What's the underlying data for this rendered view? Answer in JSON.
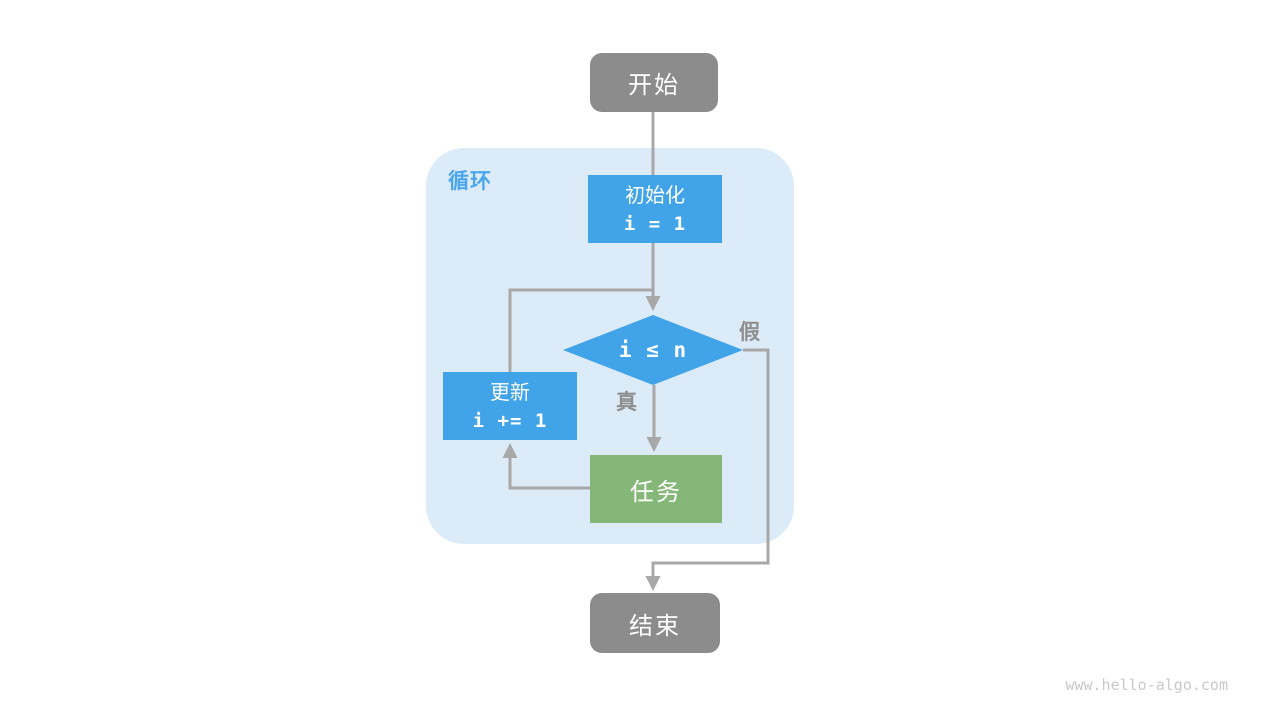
{
  "watermark": "www.hello-algo.com",
  "flowchart": {
    "loop_label": "循环",
    "nodes": {
      "start": {
        "label": "开始"
      },
      "init": {
        "label": "初始化",
        "code": "i = 1"
      },
      "condition": {
        "code": "i ≤ n"
      },
      "update": {
        "label": "更新",
        "code": "i += 1"
      },
      "task": {
        "label": "任务"
      },
      "end": {
        "label": "结束"
      }
    },
    "edge_labels": {
      "true_branch": "真",
      "false_branch": "假"
    },
    "colors": {
      "process_blue": "#41a3e8",
      "task_green": "#85b878",
      "terminal_gray": "#8c8c8c",
      "loop_background": "#dcebf8",
      "connector_gray": "#a8a8a8",
      "edge_label_gray": "#8f8f8f",
      "loop_label_blue": "#4aa6ec",
      "watermark_gray": "#c9c9c9"
    }
  }
}
